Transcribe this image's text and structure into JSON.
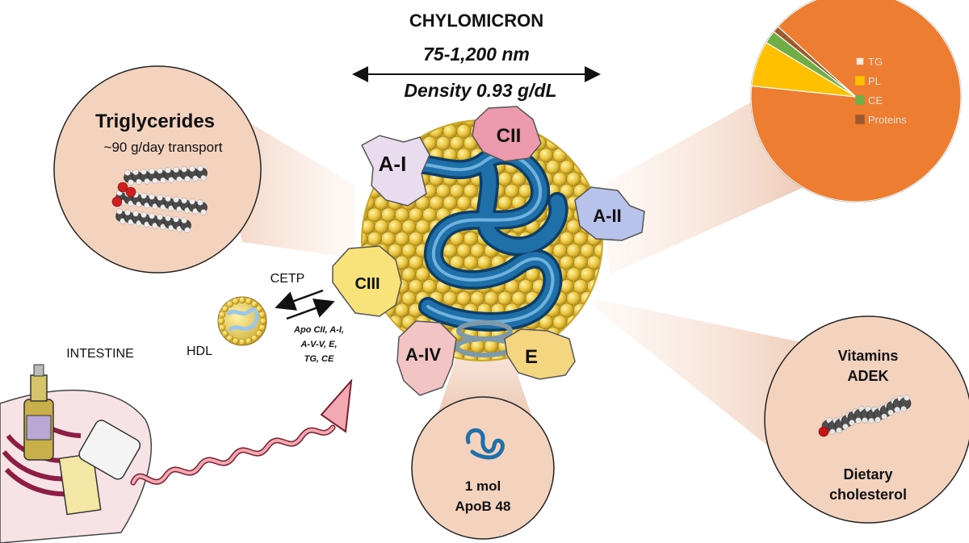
{
  "header": {
    "title": "CHYLOMICRON",
    "size": "75-1,200 nm",
    "density": "Density 0.93 g/dL"
  },
  "apolipoproteins": {
    "a1": "A-I",
    "c2": "CII",
    "a2": "A-II",
    "c3": "CIII",
    "a4": "A-IV",
    "e": "E"
  },
  "triglycerides": {
    "title": "Triglycerides",
    "subtitle": "~90 g/day transport"
  },
  "apob": {
    "line1": "1 mol",
    "line2": "ApoB 48"
  },
  "vitamins": {
    "line1": "Vitamins",
    "line2": "ADEK",
    "line3": "Dietary",
    "line4": "cholesterol"
  },
  "exchange": {
    "cetp": "CETP",
    "hdl": "HDL",
    "items": [
      "Apo CII, A-I,",
      "A-V-V, E,",
      "TG, CE"
    ]
  },
  "intestine": {
    "label": "INTESTINE"
  },
  "chart_data": {
    "type": "pie",
    "categories": [
      "TG",
      "PL",
      "CE",
      "Proteins"
    ],
    "values": [
      90,
      7,
      2,
      1
    ],
    "colors": [
      "#ED7D31",
      "#FFC000",
      "#70AD47",
      "#9C5A2E"
    ],
    "legend": "right"
  },
  "colors": {
    "pie_bg": "#F8E1D4",
    "callout": "#F3D2BE",
    "particle": "#E9C33A",
    "apob_strand": "#1F6FA8"
  }
}
